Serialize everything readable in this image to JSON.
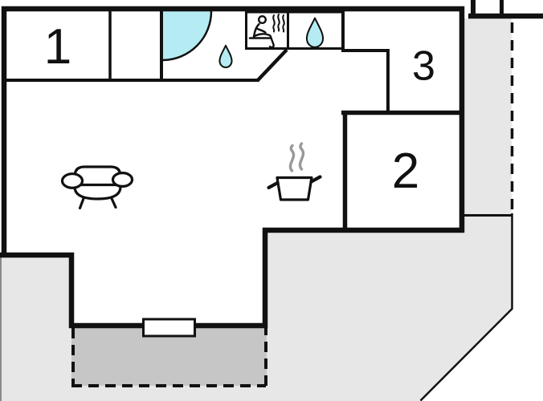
{
  "rooms": [
    {
      "name": "room-1",
      "label": "1"
    },
    {
      "name": "room-2",
      "label": "2"
    },
    {
      "name": "room-3",
      "label": "3"
    }
  ],
  "icons": [
    {
      "name": "shower-quarter-circle-icon"
    },
    {
      "name": "water-drop-icon-bathroom"
    },
    {
      "name": "water-drop-icon-cell"
    },
    {
      "name": "sauna-person-icon"
    },
    {
      "name": "sofa-icon"
    },
    {
      "name": "cooking-pot-steam-icon"
    }
  ],
  "colors": {
    "wall": "#111111",
    "water": "#b5ecf3",
    "terrace": "#c6c6c6",
    "outdoor": "#e7e7e7",
    "steam": "#999999",
    "floor": "#ffffff"
  }
}
